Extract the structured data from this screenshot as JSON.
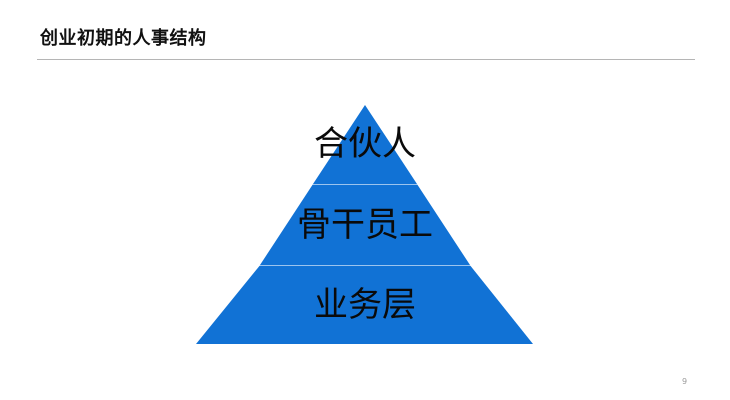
{
  "slide": {
    "title": "创业初期的人事结构",
    "page_number": "9"
  },
  "pyramid": {
    "fill_color": "#1172d5",
    "divider_color": "#9cc4ee",
    "tiers": [
      {
        "label": "合伙人",
        "position": "top"
      },
      {
        "label": "骨干员工",
        "position": "middle"
      },
      {
        "label": "业务层",
        "position": "bottom"
      }
    ]
  }
}
